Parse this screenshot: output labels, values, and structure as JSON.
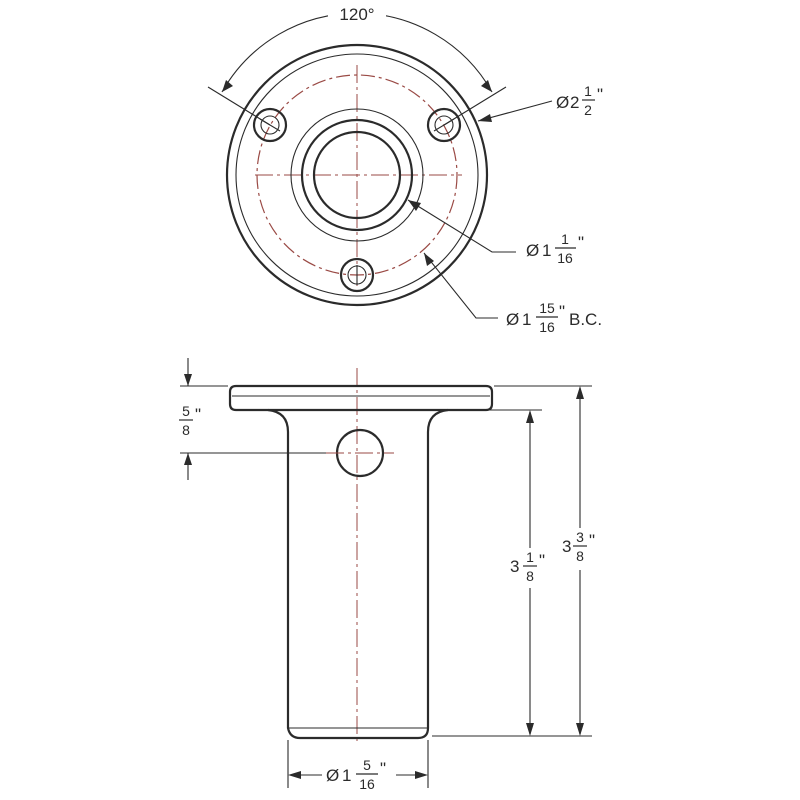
{
  "colors": {
    "line": "#2b2b2b",
    "centerline": "#9a4a45",
    "background": "#ffffff"
  },
  "top_view": {
    "angle": {
      "text": "120°"
    },
    "outer_diameter": {
      "symbol": "Ø",
      "whole": "2",
      "num": "1",
      "den": "2",
      "unit": "\""
    },
    "bore_diameter": {
      "symbol": "Ø",
      "whole": "1",
      "num": "1",
      "den": "16",
      "unit": "\""
    },
    "bolt_circle": {
      "symbol": "Ø",
      "whole": "1",
      "num": "15",
      "den": "16",
      "unit": "\"",
      "suffix": "B.C."
    }
  },
  "side_view": {
    "hole_offset": {
      "num": "5",
      "den": "8",
      "unit": "\""
    },
    "tube_length": {
      "whole": "3",
      "num": "1",
      "den": "8",
      "unit": "\""
    },
    "overall_length": {
      "whole": "3",
      "num": "3",
      "den": "8",
      "unit": "\""
    },
    "tube_diameter": {
      "symbol": "Ø",
      "whole": "1",
      "num": "5",
      "den": "16",
      "unit": "\""
    }
  }
}
